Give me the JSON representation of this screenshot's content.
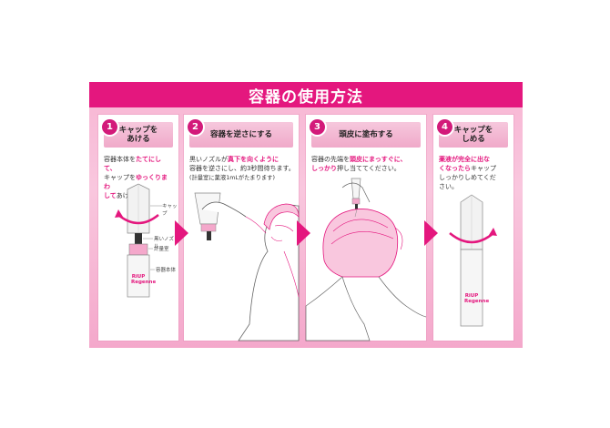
{
  "header": {
    "title": "容器の使用方法"
  },
  "steps": [
    {
      "number": "1",
      "title_line1": "キャップを",
      "title_line2": "あける",
      "desc": {
        "p1": "容器本体を",
        "p1_emph": "たてにして、",
        "p2": "キャップを",
        "p2_emph": "ゆっくりまわ",
        "p3_emph": "して",
        "p3": "あけます。"
      },
      "labels": {
        "cap": "キャップ",
        "nozzle": "黒いノズル",
        "chamber": "計量室",
        "body": "容器本体"
      }
    },
    {
      "number": "2",
      "title": "容器を逆さにする",
      "desc": {
        "p1": "黒いノズルが",
        "p1_emph": "真下を向くように",
        "p2": "容器を逆さにし、約3秒間待ちます。",
        "p3": "(計量室に薬液1mLがたまります)"
      }
    },
    {
      "number": "3",
      "title": "頭皮に塗布する",
      "desc": {
        "p1": "容器の先端を",
        "p1_emph": "頭皮にまっすぐに、",
        "p2_emph": "しっかり",
        "p2": "押し当ててください。"
      }
    },
    {
      "number": "4",
      "title_line1": "キャップを",
      "title_line2": "しめる",
      "desc": {
        "p1_emph": "薬液が完全に出な",
        "p2_emph": "くなったら",
        "p2": "キャップ",
        "p3": "しっかりしめてくだ",
        "p4": "さい。"
      }
    }
  ],
  "product_label": {
    "line1": "RiUP",
    "line2": "Regenne"
  },
  "colors": {
    "accent": "#e4177e",
    "panel_bg": "#f7b5d3",
    "title_bg": "#f0a9c9"
  }
}
